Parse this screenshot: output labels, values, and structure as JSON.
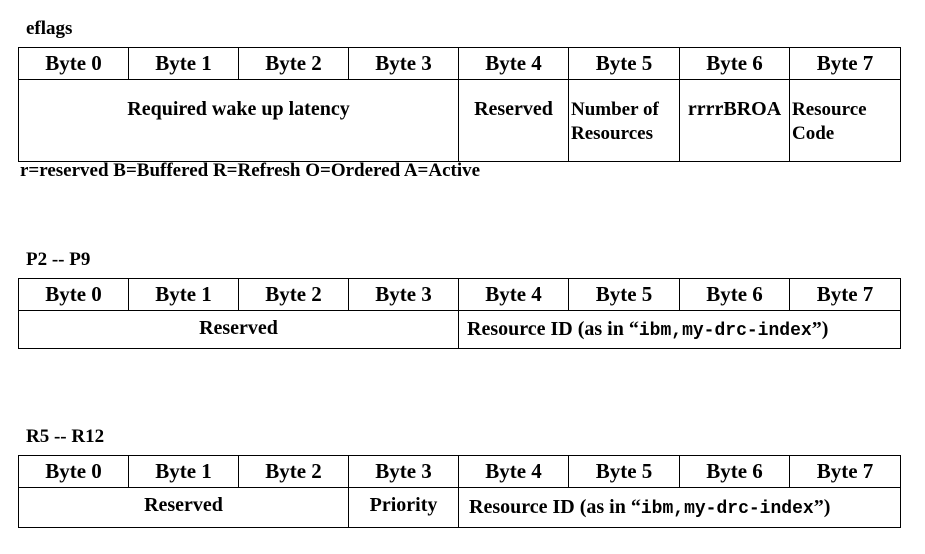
{
  "headers": [
    "Byte 0",
    "Byte 1",
    "Byte 2",
    "Byte 3",
    "Byte 4",
    "Byte 5",
    "Byte 6",
    "Byte 7"
  ],
  "eflags": {
    "title": "eflags",
    "latency": "Required wake up latency",
    "reserved": "Reserved",
    "num_resources": "Number of Resources",
    "flags": "rrrrBROA",
    "resource_code": "Resource Code",
    "legend": "r=reserved B=Buffered R=Refresh O=Ordered A=Active"
  },
  "p_regs": {
    "title": "P2 -- P9",
    "reserved": "Reserved",
    "resource_id_prefix": "Resource ID (as in “",
    "resource_id_code": "ibm,my-drc-index",
    "resource_id_suffix": "”)"
  },
  "r_regs": {
    "title": "R5 -- R12",
    "reserved": "Reserved",
    "priority": "Priority",
    "resource_id_prefix": "Resource ID (as in “",
    "resource_id_code": "ibm,my-drc-index",
    "resource_id_suffix": "”)"
  }
}
